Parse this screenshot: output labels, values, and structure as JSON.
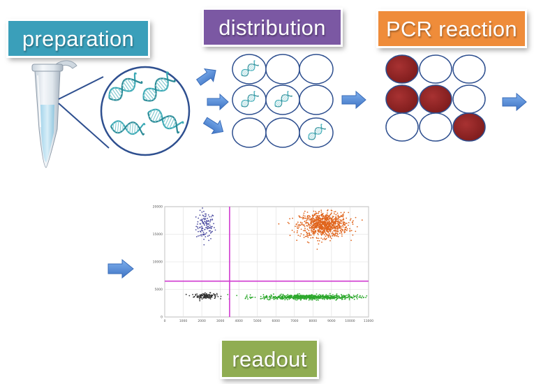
{
  "labels": {
    "preparation": "preparation",
    "distribution": "distribution",
    "pcr_reaction": "PCR reaction",
    "readout": "readout"
  },
  "colors": {
    "preparation": "#3a9fba",
    "distribution": "#7b58a3",
    "pcr_reaction": "#ef8c3a",
    "readout": "#90ad52",
    "positive_partition": "#8b2020",
    "arrow": "#4f86d4",
    "partition_outline": "#2e4f8f",
    "dna": "#3aa9b5",
    "threshold_line": "#d03ad0"
  },
  "partitions": {
    "distribution_grid_dna": [
      1,
      0,
      0,
      1,
      1,
      0,
      0,
      0,
      1
    ],
    "pcr_grid_positive": [
      1,
      0,
      0,
      1,
      1,
      0,
      0,
      0,
      1
    ]
  },
  "chart_data": {
    "type": "scatter",
    "title": "",
    "xlabel": "",
    "ylabel": "",
    "xlim": [
      0,
      11000
    ],
    "ylim": [
      0,
      20000
    ],
    "x_ticks": [
      0,
      1000,
      2000,
      3000,
      4000,
      5000,
      6000,
      7000,
      8000,
      9000,
      10000,
      11000
    ],
    "y_ticks": [
      0,
      5000,
      10000,
      15000,
      20000
    ],
    "grid": true,
    "threshold_x": 3500,
    "threshold_y": 6500,
    "clusters": [
      {
        "color": "#4a4aa0",
        "x_center": 2200,
        "y_center": 16500,
        "x_spread": 250,
        "y_spread": 1300,
        "count": 120
      },
      {
        "color": "#333333",
        "x_center": 2200,
        "y_center": 3800,
        "x_spread": 300,
        "y_spread": 250,
        "count": 150
      },
      {
        "color": "#e0641c",
        "x_center": 8600,
        "y_center": 16700,
        "x_spread": 650,
        "y_spread": 1100,
        "count": 900
      },
      {
        "color": "#2ca82c",
        "x_center": 7800,
        "y_center": 3600,
        "x_spread": 1300,
        "y_spread": 220,
        "count": 700
      }
    ]
  }
}
